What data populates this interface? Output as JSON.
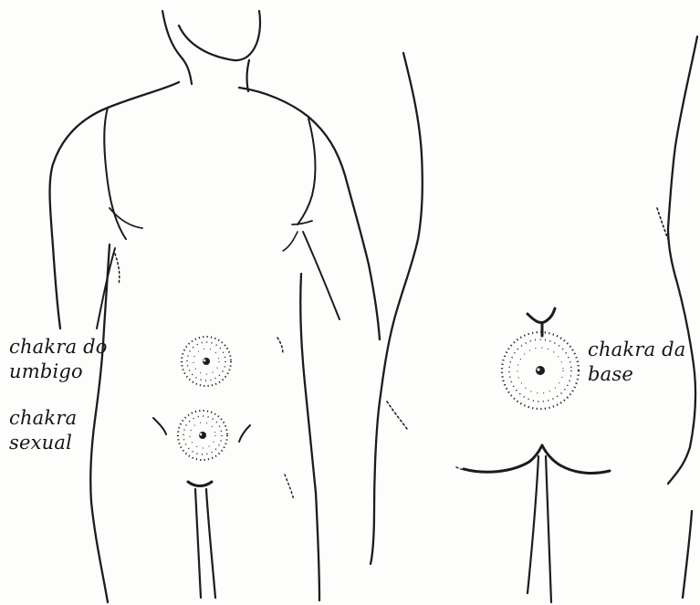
{
  "labels": {
    "umbigo_line1": "chakra do",
    "umbigo_line2": "umbigo",
    "sexual_line1": "chakra",
    "sexual_line2": "sexual",
    "base_line1": "chakra da",
    "base_line2": "base"
  },
  "colors": {
    "ink": "#1c1c1c",
    "paper": "#ffffff"
  }
}
